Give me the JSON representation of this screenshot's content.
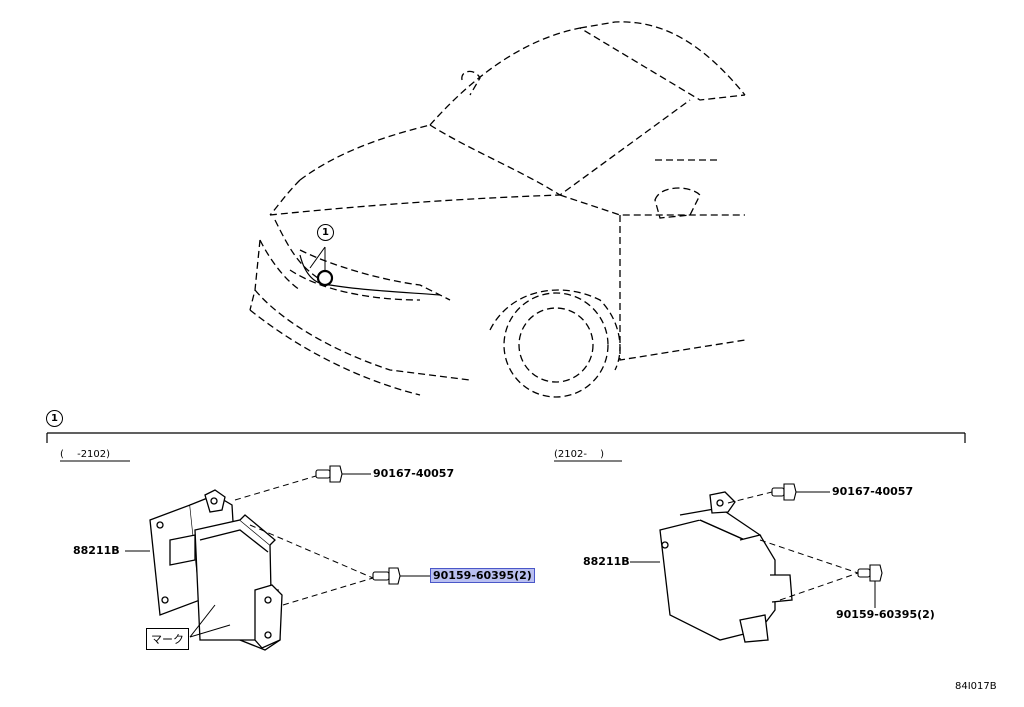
{
  "callout": {
    "number": "1"
  },
  "ranges": {
    "left": "(　 -2102)",
    "right": "(2102-　 )"
  },
  "left": {
    "part_assembly": "88211B",
    "bolt_top": "90167-40057",
    "bolt_bottom": "90159-60395(2)",
    "mark_label": "マーク"
  },
  "right": {
    "part_assembly": "88211B",
    "bolt_top": "90167-40057",
    "bolt_bottom": "90159-60395(2)"
  },
  "diagram_code": "84I017B",
  "colors": {
    "highlight_fill": "#b9bff0",
    "highlight_border": "#4a57c8",
    "line": "#000000"
  }
}
